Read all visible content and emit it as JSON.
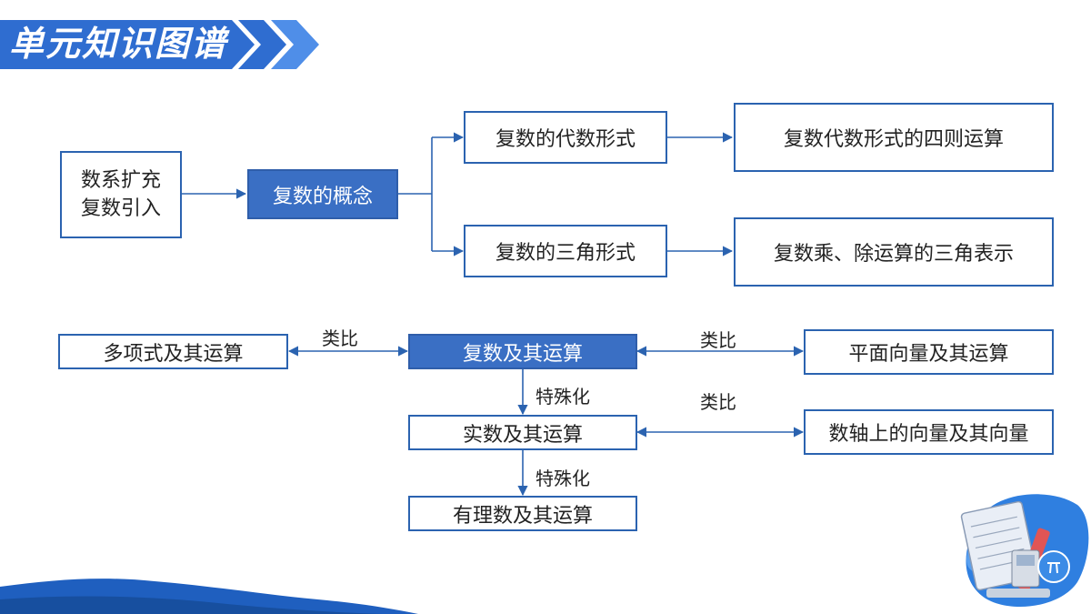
{
  "header": {
    "title": "单元知识图谱"
  },
  "colors": {
    "accent": "#3a6fc4",
    "line": "#2b63b0",
    "banner": "#2f6dd0"
  },
  "nodes": {
    "expand_l1": "数系扩充",
    "expand_l2": "复数引入",
    "concept": "复数的概念",
    "algebraic": "复数的代数形式",
    "trig": "复数的三角形式",
    "algebraic_ops": "复数代数形式的四则运算",
    "trig_ops": "复数乘、除运算的三角表示",
    "polynomial": "多项式及其运算",
    "complex_ops": "复数及其运算",
    "vector_ops": "平面向量及其运算",
    "real_ops": "实数及其运算",
    "axis_vector": "数轴上的向量及其向量",
    "rational_ops": "有理数及其运算"
  },
  "edge_labels": {
    "analogy_left": "类比",
    "analogy_right": "类比",
    "analogy_lower": "类比",
    "special_1": "特殊化",
    "special_2": "特殊化"
  },
  "decor": {
    "illustration": "math-study-icon"
  }
}
